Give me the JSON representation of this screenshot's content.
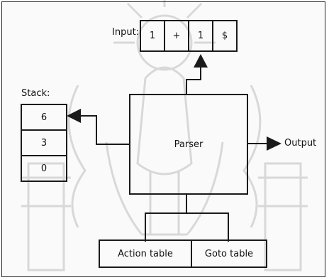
{
  "input": {
    "label": "Input:",
    "cells": [
      "1",
      "+",
      "1",
      "$"
    ]
  },
  "stack": {
    "label": "Stack:",
    "cells": [
      "6",
      "3",
      "0"
    ]
  },
  "parser": {
    "label": "Parser"
  },
  "output": {
    "label": "Output"
  },
  "tables": {
    "action": "Action table",
    "goto": "Goto table"
  }
}
